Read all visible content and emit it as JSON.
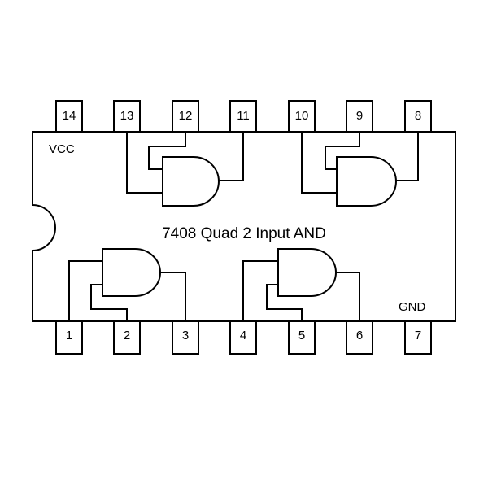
{
  "chip": {
    "title": "7408 Quad 2 Input AND",
    "vcc_label": "VCC",
    "gnd_label": "GND"
  },
  "pins": {
    "top": [
      "14",
      "13",
      "12",
      "11",
      "10",
      "9",
      "8"
    ],
    "bottom": [
      "1",
      "2",
      "3",
      "4",
      "5",
      "6",
      "7"
    ]
  },
  "colors": {
    "line": "#000000",
    "background": "#ffffff"
  }
}
